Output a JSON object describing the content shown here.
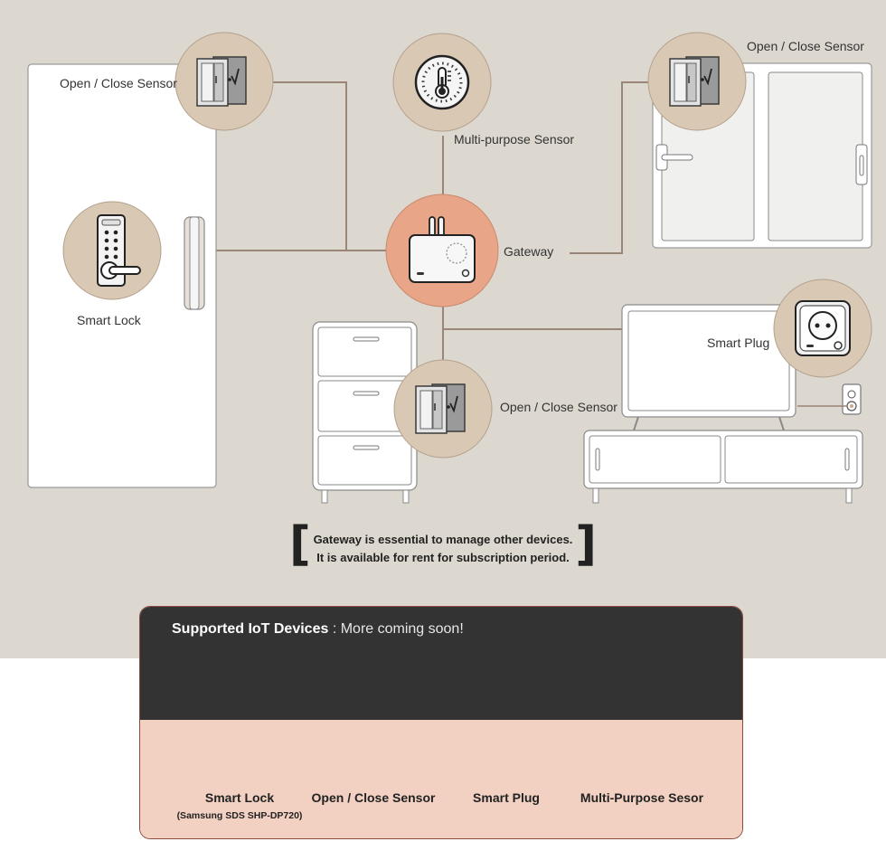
{
  "colors": {
    "scene_background": "#dcd8cf",
    "icon_circle": "#d8c8b4",
    "gateway_circle": "#e8a587",
    "connector": "#9a8678",
    "panel_dark": "#333333",
    "panel_light": "#f2d1c3"
  },
  "scene": {
    "labels": {
      "sensor_door": "Open / Close Sensor",
      "sensor_multi": "Multi-purpose Sensor",
      "sensor_window": "Open / Close Sensor",
      "smart_lock": "Smart Lock",
      "gateway": "Gateway",
      "smart_plug": "Smart Plug",
      "sensor_drawer": "Open / Close Sensor"
    },
    "icons": {
      "door_sensor": "open-close-sensor-icon",
      "multi_sensor": "thermometer-sensor-icon",
      "window_sensor": "open-close-sensor-icon",
      "lock": "smart-lock-icon",
      "gateway": "gateway-icon",
      "plug": "smart-plug-icon",
      "drawer_sensor": "open-close-sensor-icon"
    }
  },
  "notice": {
    "line1": "Gateway is essential to manage other devices.",
    "line2": "It is available for rent for subscription period."
  },
  "supported_panel": {
    "title_bold": "Supported IoT Devices",
    "title_rest": " : More coming soon!",
    "devices": [
      {
        "name": "Smart Lock",
        "note": "(Samsung SDS SHP-DP720)",
        "icon": "smart-lock-icon"
      },
      {
        "name": "Open / Close Sensor",
        "icon": "open-close-sensor-icon"
      },
      {
        "name": "Smart Plug",
        "icon": "smart-plug-icon"
      },
      {
        "name": "Multi-Purpose Sesor",
        "icon": "thermometer-sensor-icon"
      }
    ]
  }
}
